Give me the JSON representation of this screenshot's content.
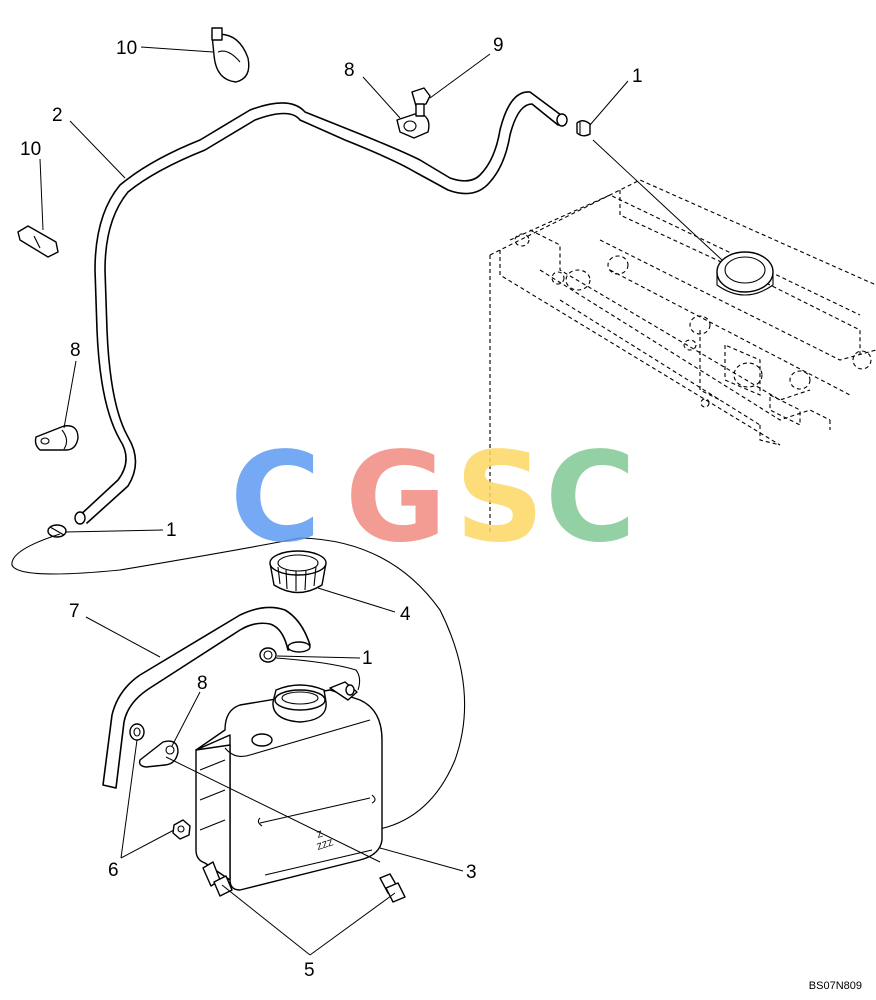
{
  "drawing_code": "BS07N809",
  "watermark": {
    "letters": [
      "C",
      "G",
      "S",
      "C"
    ],
    "colors": [
      "#5f9bf2",
      "#f28b82",
      "#fdd663",
      "#81c995"
    ]
  },
  "callouts": {
    "n1a": "1",
    "n1b": "1",
    "n1c": "1",
    "n2": "2",
    "n3": "3",
    "n4": "4",
    "n5": "5",
    "n6": "6",
    "n7": "7",
    "n8a": "8",
    "n8b": "8",
    "n8c": "8",
    "n9": "9",
    "n10a": "10",
    "n10b": "10"
  },
  "tank_label_lines": [
    "Z",
    "ZZZ"
  ]
}
